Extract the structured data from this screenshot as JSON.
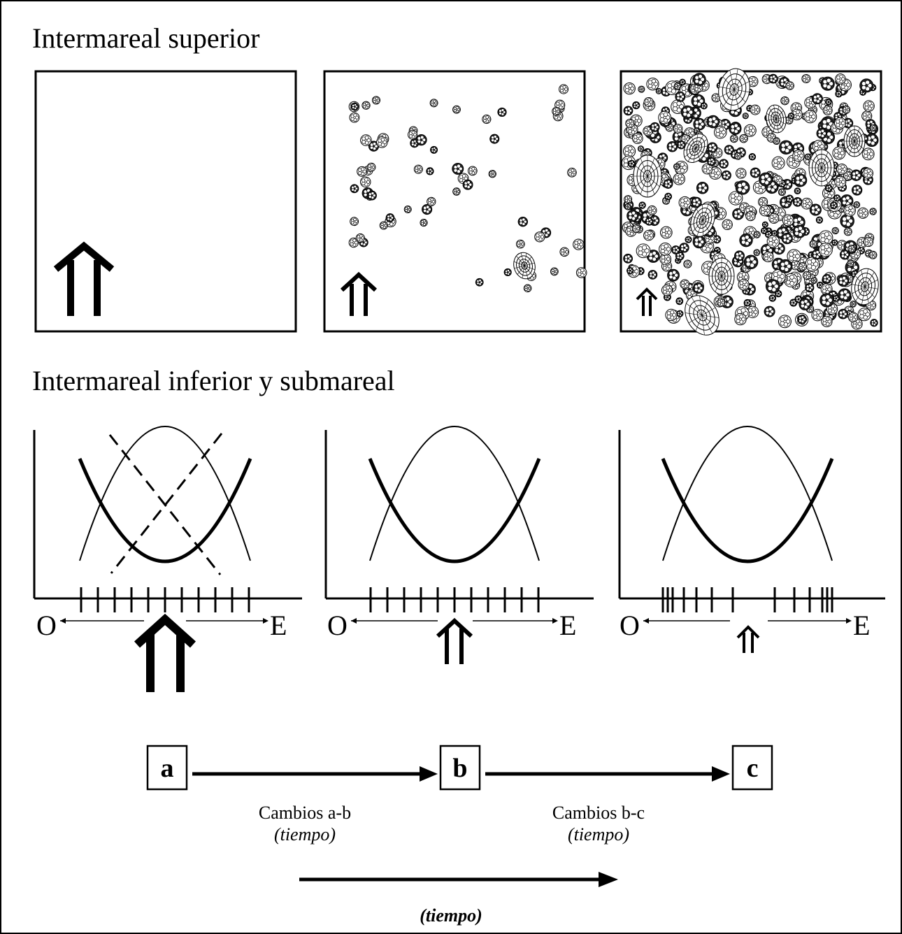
{
  "top_section": {
    "title": "Intermareal superior"
  },
  "bottom_section": {
    "title": "Intermareal inferior y submareal"
  },
  "axis": {
    "west": "O",
    "east": "E"
  },
  "stages": [
    {
      "label": "a"
    },
    {
      "label": "b"
    },
    {
      "label": "c"
    }
  ],
  "changes": [
    {
      "label": "Cambios a-b",
      "sub": "(tiempo)"
    },
    {
      "label": "Cambios b-c",
      "sub": "(tiempo)"
    }
  ],
  "time_arrow": {
    "label": "(tiempo)"
  },
  "colors": {
    "ink": "#000000",
    "background": "#ffffff"
  },
  "icons": [
    "double-arrow-icon",
    "cluster-icon",
    "oval-shell-icon"
  ]
}
